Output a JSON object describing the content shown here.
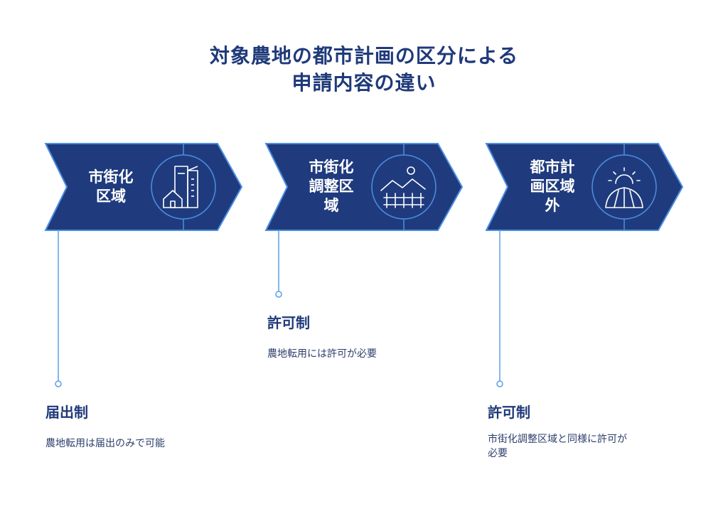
{
  "title": {
    "line1": "対象農地の都市計画の区分による",
    "line2": "申請内容の違い"
  },
  "stages": [
    {
      "label_lines": [
        "市街化",
        "区域"
      ],
      "icon": "building-house-icon",
      "heading": "届出制",
      "description_lines": [
        "農地転用は届出のみで可能"
      ]
    },
    {
      "label_lines": [
        "市街化",
        "調整区",
        "域"
      ],
      "icon": "field-fence-icon",
      "heading": "許可制",
      "description_lines": [
        "農地転用には許可が必要"
      ]
    },
    {
      "label_lines": [
        "都市計",
        "画区域",
        "外"
      ],
      "icon": "sunrise-farmland-icon",
      "heading": "許可制",
      "description_lines": [
        "市街化調整区域と同様に許可が",
        "必要"
      ]
    }
  ],
  "colors": {
    "arrow_fill": "#1f3b7e",
    "arrow_stroke": "#4d8fe0",
    "connector": "#5aa0e6",
    "title": "#1f3a7a"
  }
}
